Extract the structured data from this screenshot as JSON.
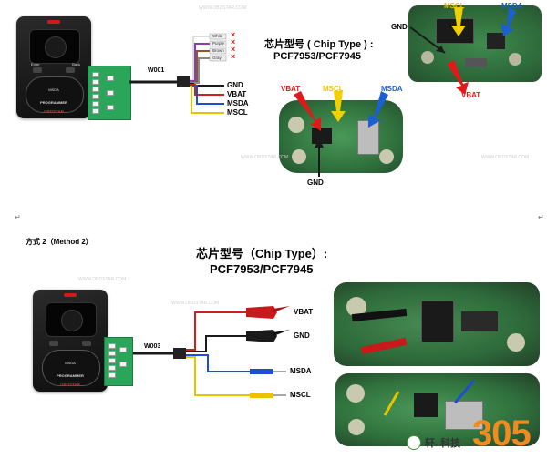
{
  "method1": {
    "cable_label": "W001",
    "chip_title": "芯片型号 ( Chip Type ) :",
    "chip_models": "PCF7953/PCF7945",
    "wires": [
      {
        "name": "White",
        "unused_mark": "×"
      },
      {
        "name": "Purple",
        "unused_mark": "×"
      },
      {
        "name": "Brown",
        "unused_mark": "×"
      },
      {
        "name": "Gray",
        "unused_mark": "×"
      },
      {
        "name": "Black",
        "label": "GND"
      },
      {
        "name": "Red",
        "label": "VBAT"
      },
      {
        "name": "Blue",
        "label": "MSDA"
      },
      {
        "name": "Yellow",
        "label": "MSCL"
      }
    ],
    "board1_labels": {
      "gnd": "GND",
      "mscl": "MSCL",
      "msda": "MSDA",
      "vbat": "VBAT"
    },
    "board2_labels": {
      "vbat": "VBAT",
      "mscl": "MSCL",
      "msda": "MSDA",
      "gnd": "GND"
    }
  },
  "method2": {
    "heading": "方式 2（Method 2）",
    "chip_title": "芯片型号（Chip Type）:",
    "chip_models": "PCF7953/PCF7945",
    "cable_label": "W003",
    "clip_labels": [
      "VBAT",
      "GND",
      "MSDA",
      "MSCL"
    ]
  },
  "watermark": "WWW.OBDSTAR.COM",
  "return_mark": "↵",
  "device": {
    "brand": "OBDSTAR",
    "name": "PROGRAMMER",
    "center_label": "MSDA",
    "button_left": "Enter",
    "button_right": "Back"
  },
  "logo": {
    "digits": "305",
    "brand_text": "轩..科技"
  },
  "colors": {
    "wire_black": "#1a1a1a",
    "wire_red": "#d0201a",
    "wire_blue": "#1e4fd0",
    "wire_yellow": "#e8c400",
    "wire_white": "#dddddd",
    "wire_purple": "#8a3fb0",
    "wire_brown": "#8a5a2a",
    "wire_gray": "#8a8a8a",
    "arrow_vbat": "#e01a1a",
    "arrow_mscl": "#f0d000",
    "arrow_msda": "#1c5fd0",
    "logo_orange": "#f28a1e"
  }
}
